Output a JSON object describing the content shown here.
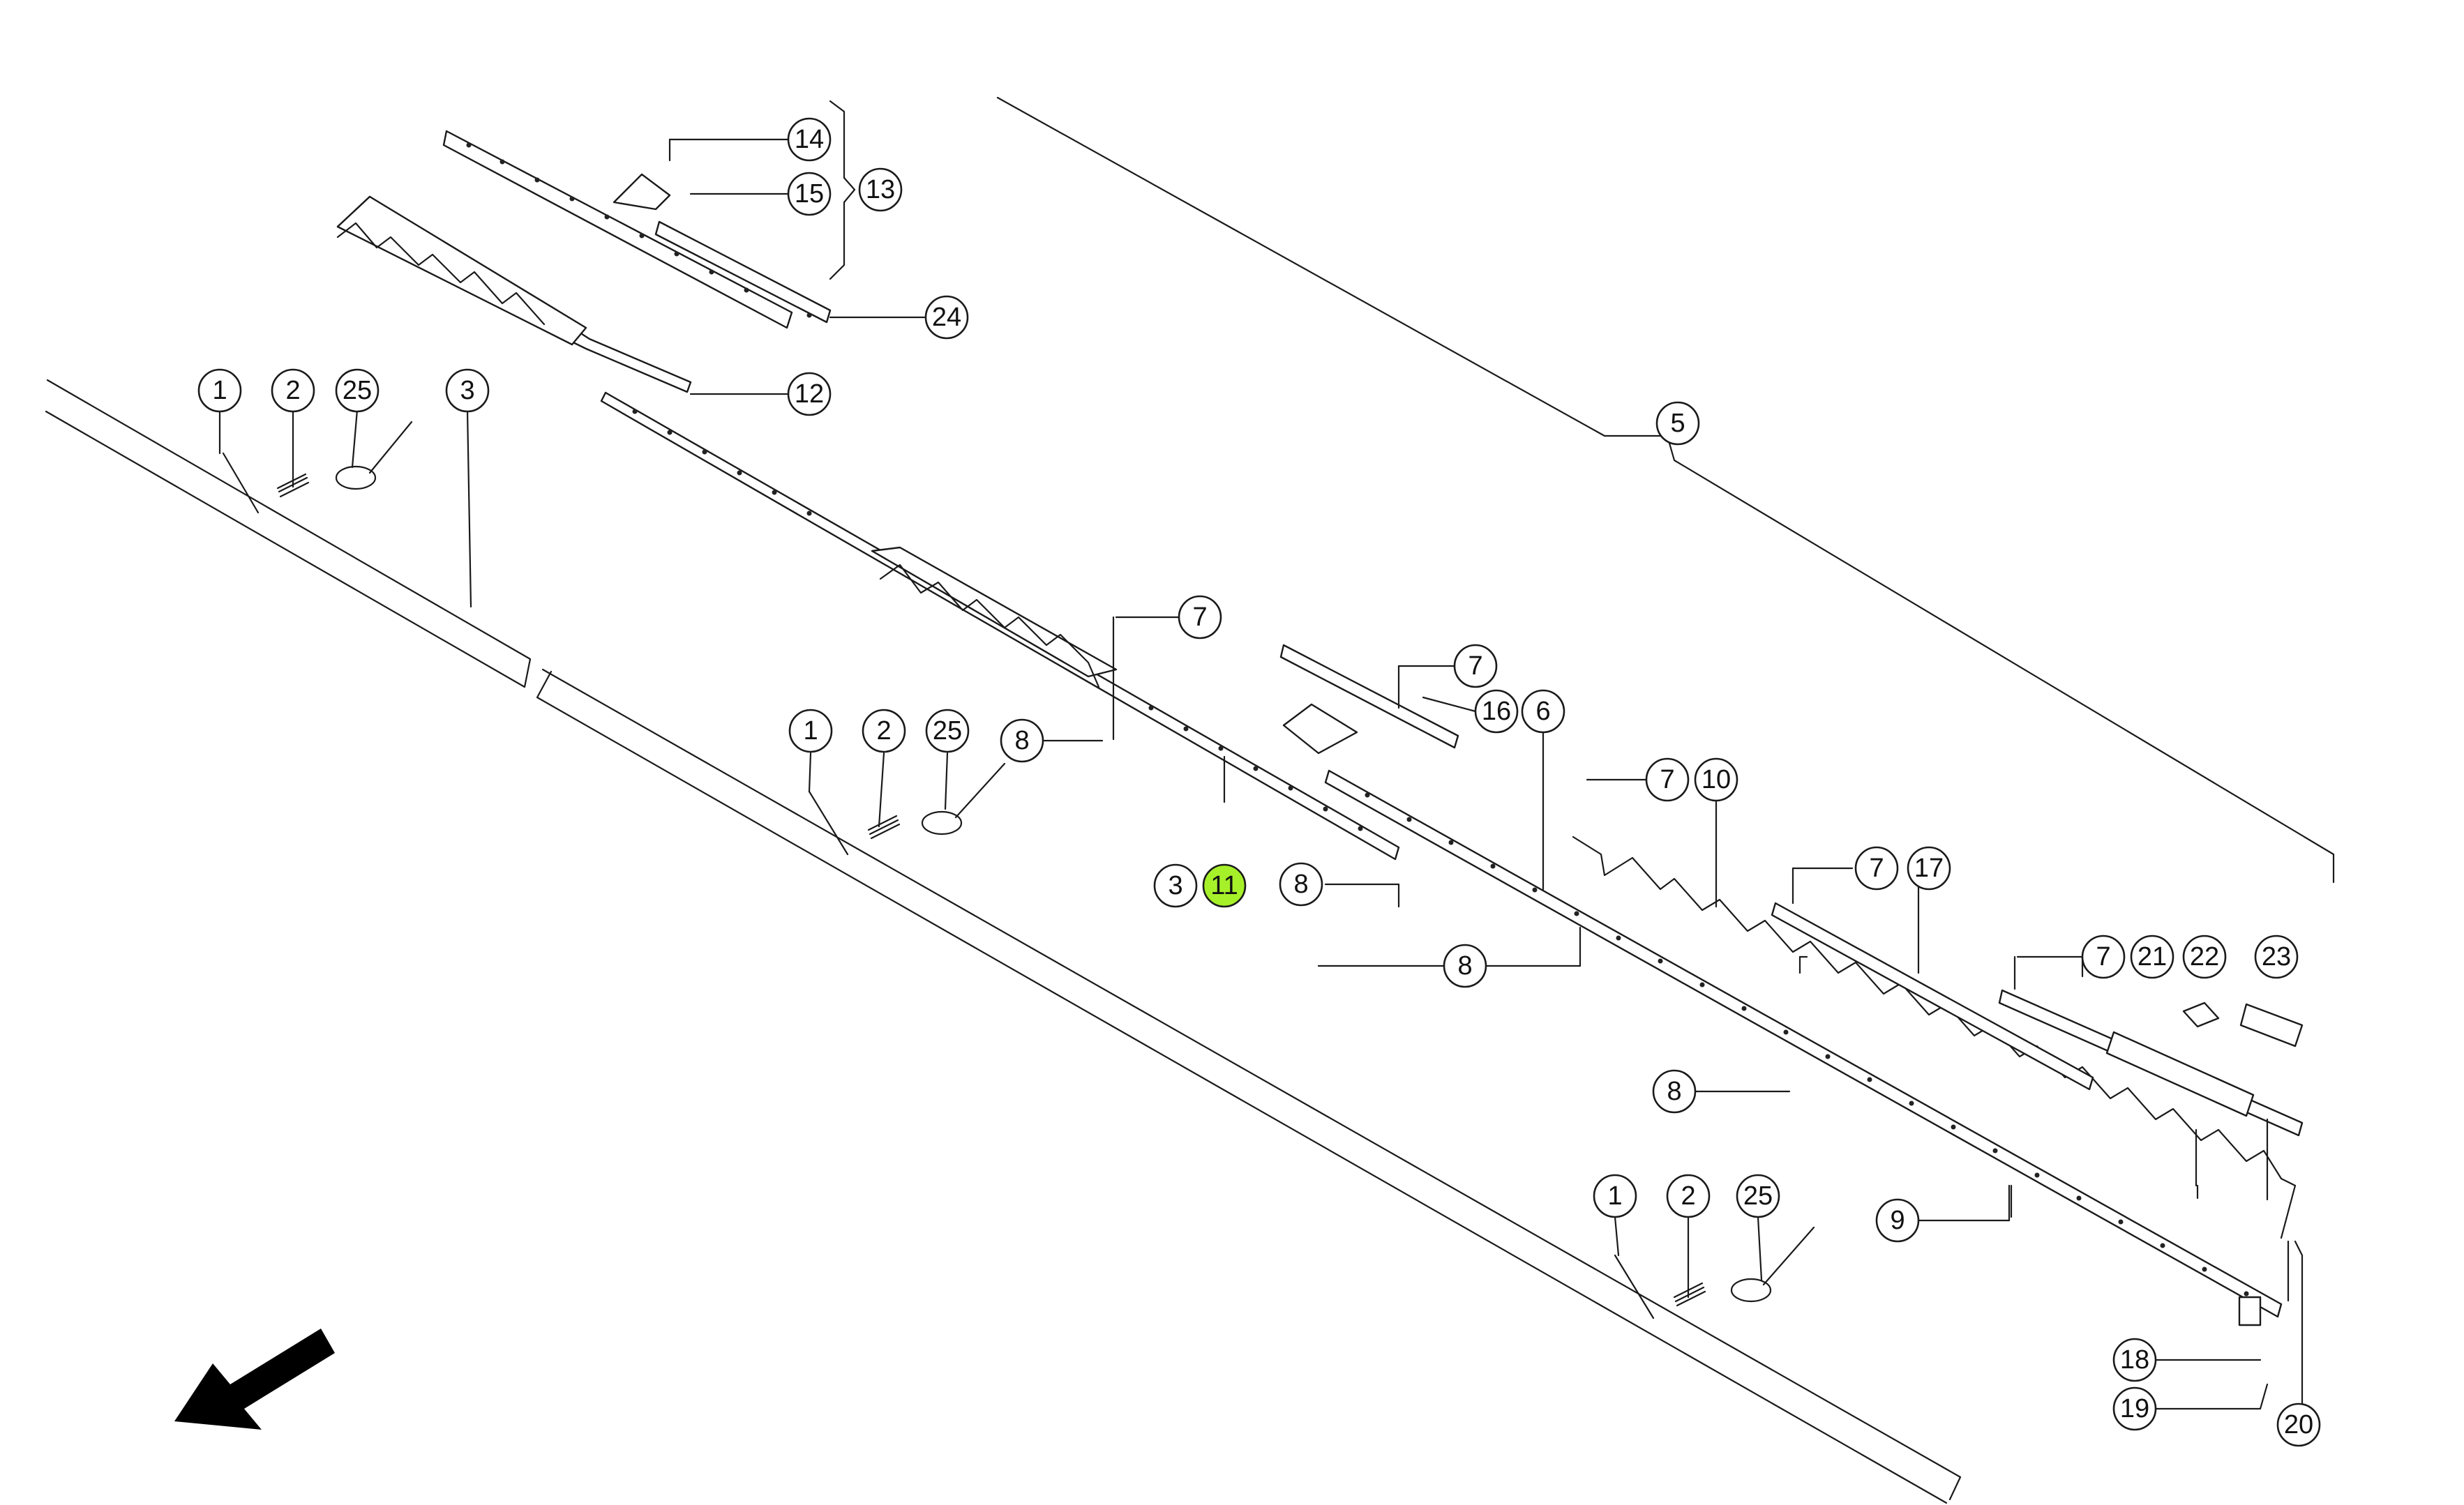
{
  "diagram": {
    "highlight_color": "#a6f02a",
    "callouts": [
      {
        "label": "14"
      },
      {
        "label": "15"
      },
      {
        "label": "13"
      },
      {
        "label": "24"
      },
      {
        "label": "12"
      },
      {
        "label": "1"
      },
      {
        "label": "2"
      },
      {
        "label": "25"
      },
      {
        "label": "3"
      },
      {
        "label": "5"
      },
      {
        "label": "7"
      },
      {
        "label": "1"
      },
      {
        "label": "2"
      },
      {
        "label": "25"
      },
      {
        "label": "8"
      },
      {
        "label": "7"
      },
      {
        "label": "16"
      },
      {
        "label": "6"
      },
      {
        "label": "3"
      },
      {
        "label": "11",
        "highlighted": true
      },
      {
        "label": "8"
      },
      {
        "label": "7"
      },
      {
        "label": "10"
      },
      {
        "label": "8"
      },
      {
        "label": "7"
      },
      {
        "label": "17"
      },
      {
        "label": "7"
      },
      {
        "label": "21"
      },
      {
        "label": "22"
      },
      {
        "label": "23"
      },
      {
        "label": "8"
      },
      {
        "label": "9"
      },
      {
        "label": "1"
      },
      {
        "label": "2"
      },
      {
        "label": "25"
      },
      {
        "label": "18"
      },
      {
        "label": "19"
      },
      {
        "label": "20"
      }
    ]
  }
}
